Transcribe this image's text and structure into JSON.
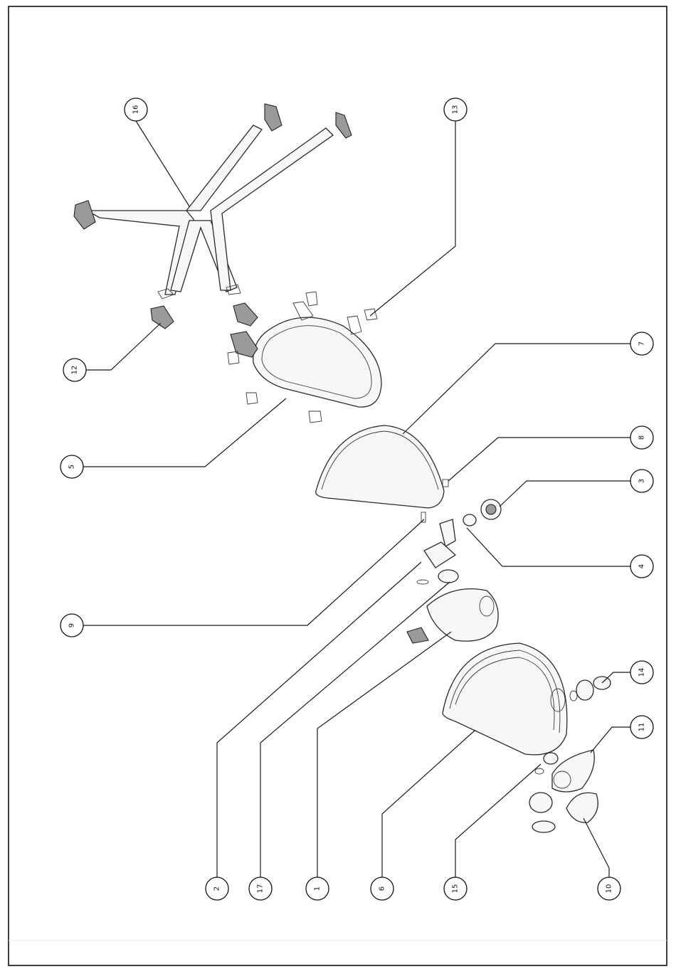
{
  "callouts": [
    {
      "id": "c16",
      "label": "16"
    },
    {
      "id": "c13",
      "label": "13"
    },
    {
      "id": "c12",
      "label": "12"
    },
    {
      "id": "c7",
      "label": "7"
    },
    {
      "id": "c5",
      "label": "5"
    },
    {
      "id": "c8",
      "label": "8"
    },
    {
      "id": "c3",
      "label": "3"
    },
    {
      "id": "c4",
      "label": "4"
    },
    {
      "id": "c9",
      "label": "9"
    },
    {
      "id": "c14",
      "label": "14"
    },
    {
      "id": "c11",
      "label": "11"
    },
    {
      "id": "c2",
      "label": "2"
    },
    {
      "id": "c17",
      "label": "17"
    },
    {
      "id": "c1",
      "label": "1"
    },
    {
      "id": "c6",
      "label": "6"
    },
    {
      "id": "c15",
      "label": "15"
    },
    {
      "id": "c10",
      "label": "10"
    }
  ]
}
